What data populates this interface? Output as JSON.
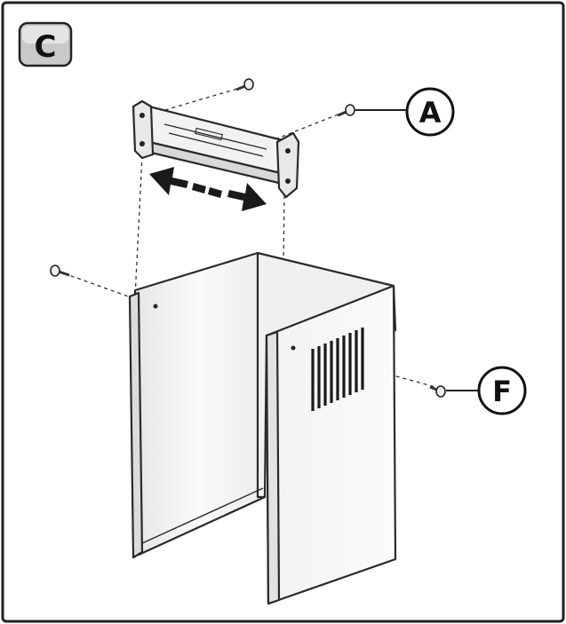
{
  "step": {
    "label": "C"
  },
  "callouts": [
    {
      "label": "A",
      "part": "bracket-screw"
    },
    {
      "label": "F",
      "part": "chimney-screw"
    }
  ],
  "colors": {
    "outline": "#2a2a2a",
    "panel_fill": "#f4f4f4",
    "arrow": "#1a1a1a"
  }
}
